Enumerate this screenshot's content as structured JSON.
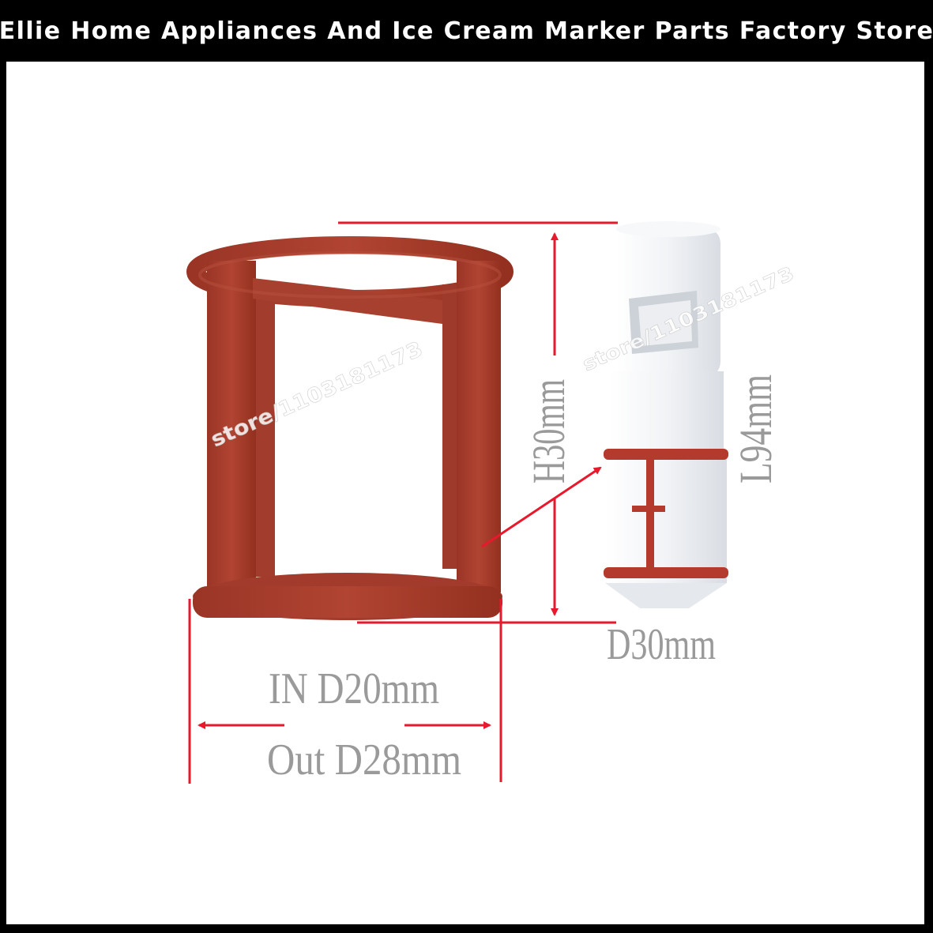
{
  "header": {
    "title": "Ellie Home Appliances And Ice Cream Marker Parts Factory Store"
  },
  "watermarks": {
    "left": "store/1103181173",
    "right": "store/1103181173"
  },
  "dimensions": {
    "height": "H30mm",
    "length": "L94mm",
    "diameter": "D30mm",
    "inner": "IN D20mm",
    "outer": "Out D28mm"
  },
  "colors": {
    "seal": "#a83a2a",
    "seal_dark": "#8e2d20",
    "arrow": "#e8192c",
    "cylinder": "#eef0f3"
  }
}
